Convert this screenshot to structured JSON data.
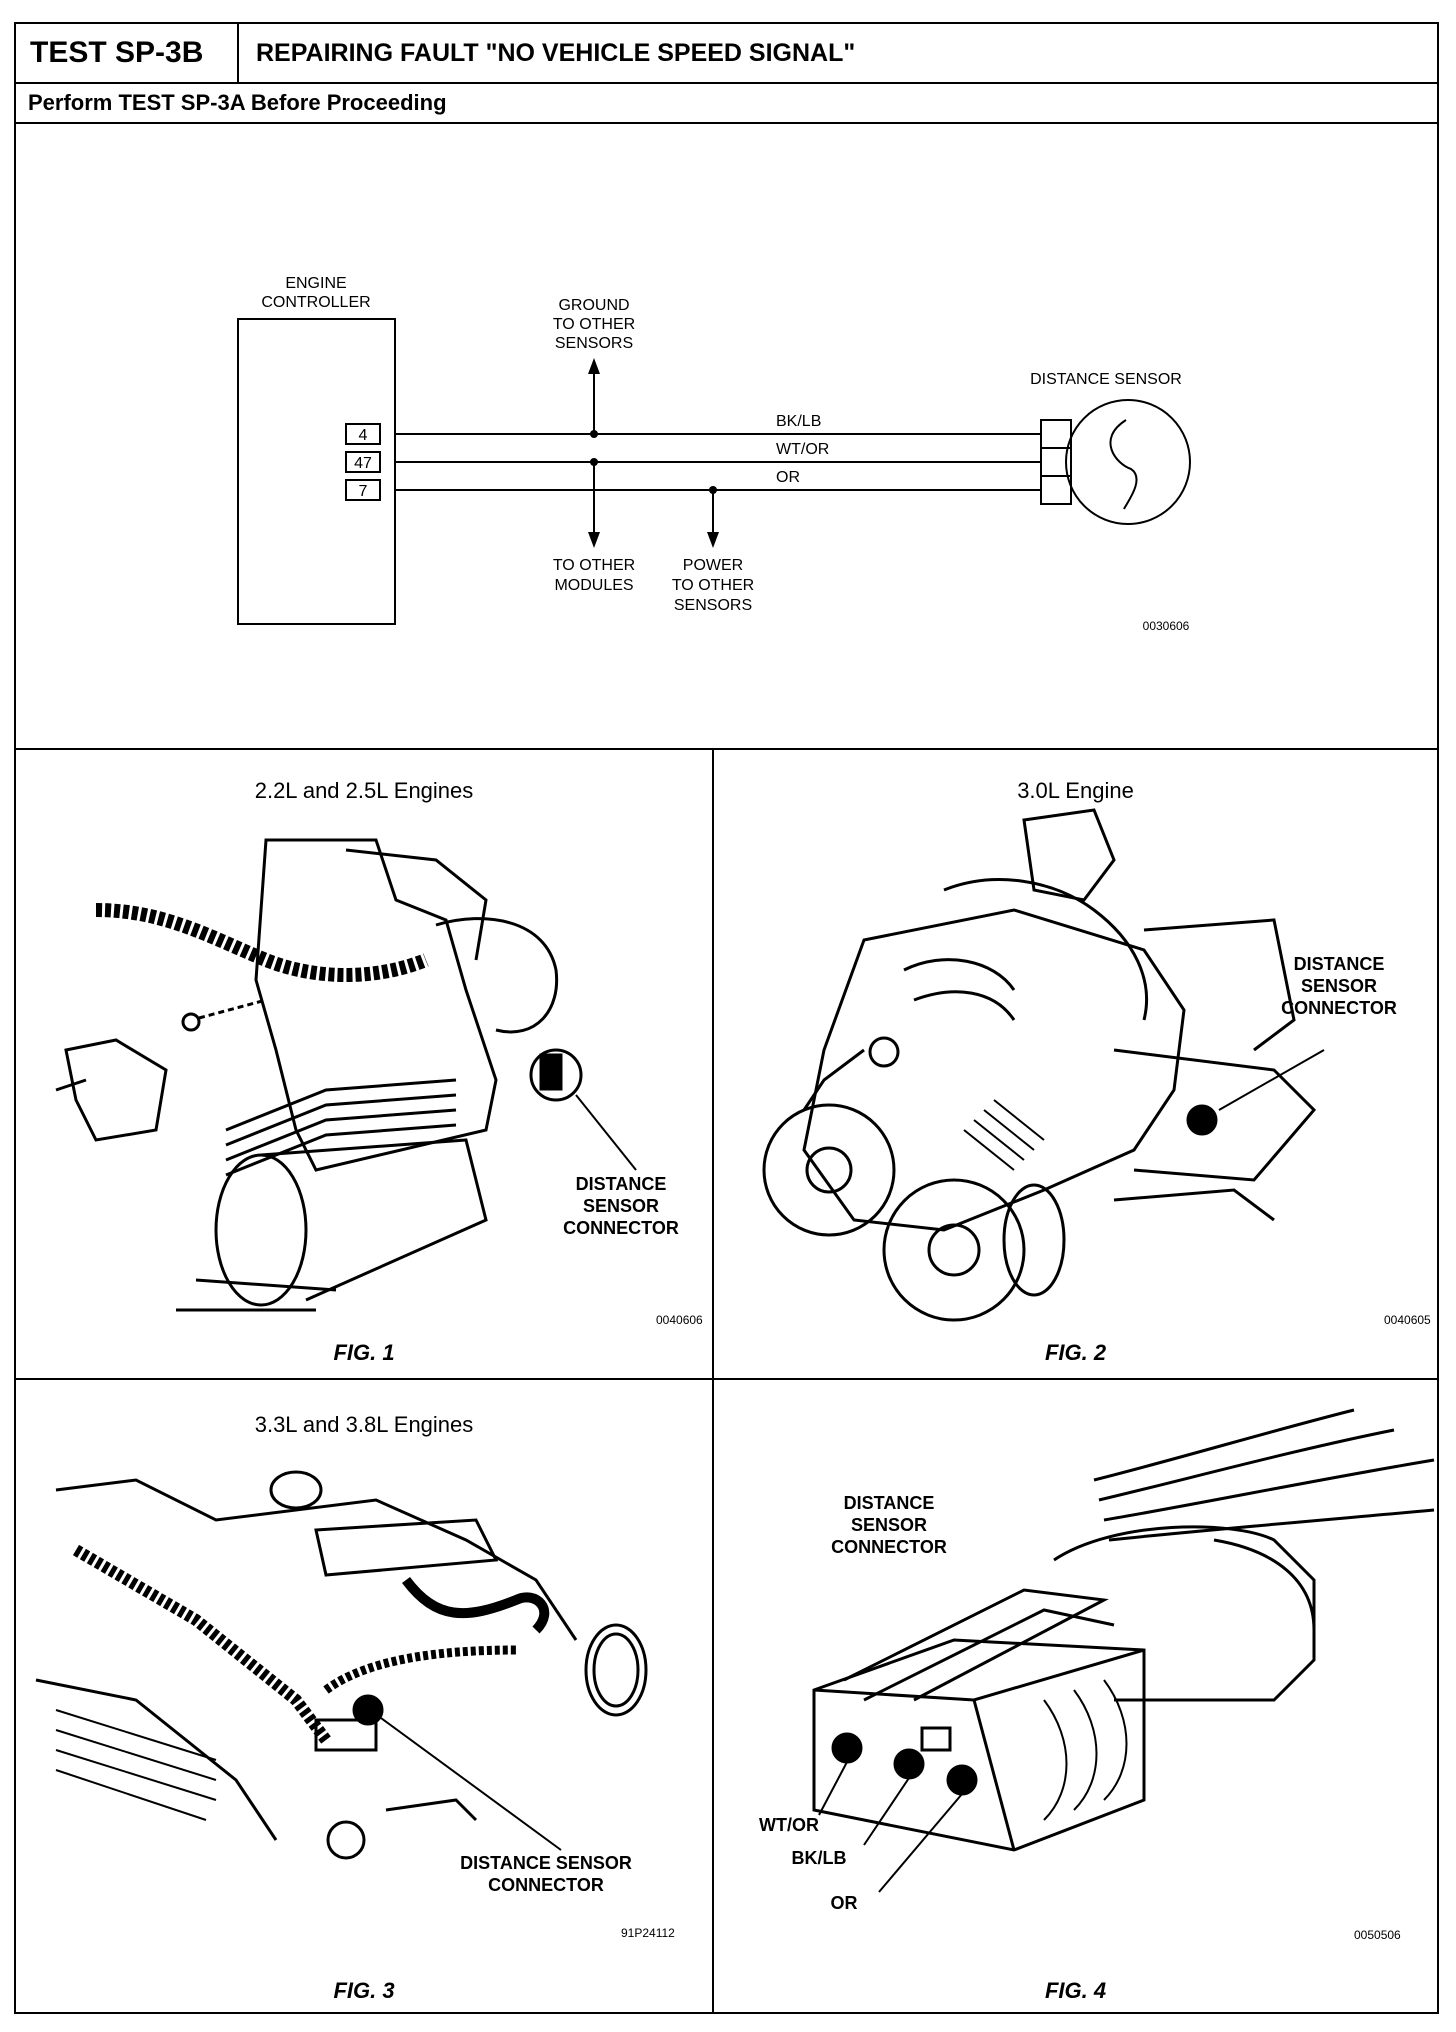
{
  "header": {
    "test_id": "TEST SP-3B",
    "title": "REPAIRING FAULT \"NO VEHICLE SPEED SIGNAL\""
  },
  "subheader": "Perform TEST SP-3A Before Proceeding",
  "schematic": {
    "engine_controller_line1": "ENGINE",
    "engine_controller_line2": "CONTROLLER",
    "pins": [
      "4",
      "47",
      "7"
    ],
    "ground_line1": "GROUND",
    "ground_line2": "TO OTHER",
    "ground_line3": "SENSORS",
    "modules_line1": "TO OTHER",
    "modules_line2": "MODULES",
    "power_line1": "POWER",
    "power_line2": "TO OTHER",
    "power_line3": "SENSORS",
    "distance_sensor": "DISTANCE SENSOR",
    "wires": [
      "BK/LB",
      "WT/OR",
      "OR"
    ],
    "code": "0030606"
  },
  "fig1": {
    "title": "2.2L and 2.5L Engines",
    "label_line1": "DISTANCE",
    "label_line2": "SENSOR",
    "label_line3": "CONNECTOR",
    "code": "0040606",
    "caption": "FIG. 1"
  },
  "fig2": {
    "title": "3.0L Engine",
    "label_line1": "DISTANCE",
    "label_line2": "SENSOR",
    "label_line3": "CONNECTOR",
    "code": "0040605",
    "caption": "FIG. 2"
  },
  "fig3": {
    "title": "3.3L and 3.8L Engines",
    "label_line1": "DISTANCE SENSOR",
    "label_line2": "CONNECTOR",
    "code": "91P24112",
    "caption": "FIG. 3"
  },
  "fig4": {
    "label_line1": "DISTANCE",
    "label_line2": "SENSOR",
    "label_line3": "CONNECTOR",
    "pin_labels": [
      "WT/OR",
      "BK/LB",
      "OR"
    ],
    "code": "0050506",
    "caption": "FIG. 4"
  }
}
